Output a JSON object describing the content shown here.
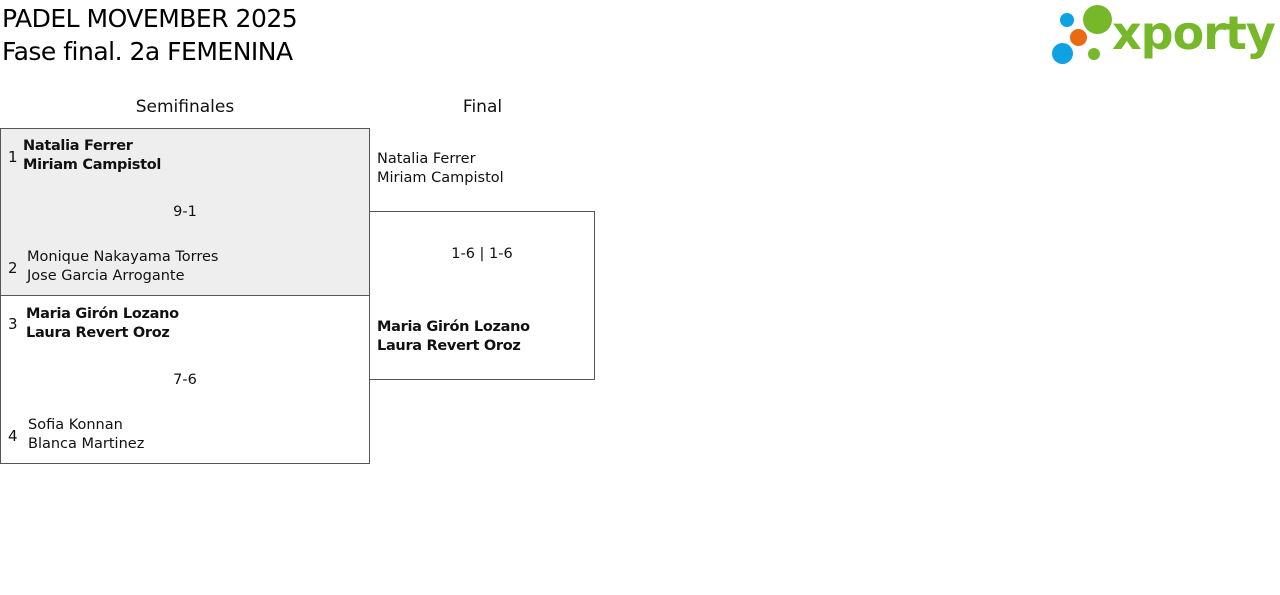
{
  "header": {
    "title_line1": "PADEL MOVEMBER 2025",
    "title_line2": "Fase final. 2a FEMENINA"
  },
  "logo": {
    "word": "xporty",
    "colors": {
      "green": "#76b82a",
      "blue": "#0ea1e3",
      "orange": "#ea6a11"
    }
  },
  "columns": {
    "semis": "Semifinales",
    "final": "Final"
  },
  "semis": [
    {
      "shaded": true,
      "seed_top": "1",
      "team_top": {
        "p1": "Natalia Ferrer",
        "p2": "Miriam Campistol"
      },
      "score": "9-1",
      "seed_bottom": "2",
      "team_bottom": {
        "p1": "Monique Nakayama Torres",
        "p2": "Jose Garcia Arrogante"
      }
    },
    {
      "shaded": false,
      "seed_top": "3",
      "team_top": {
        "p1": "Maria Girón Lozano",
        "p2": "Laura Revert Oroz"
      },
      "score": "7-6",
      "seed_bottom": "4",
      "team_bottom": {
        "p1": "Sofia Konnan",
        "p2": "Blanca Martinez"
      }
    }
  ],
  "final": {
    "team_top": {
      "p1": "Natalia Ferrer",
      "p2": "Miriam Campistol"
    },
    "score": "1-6 | 1-6",
    "team_bottom": {
      "p1": "Maria Girón Lozano",
      "p2": "Laura Revert Oroz"
    }
  }
}
